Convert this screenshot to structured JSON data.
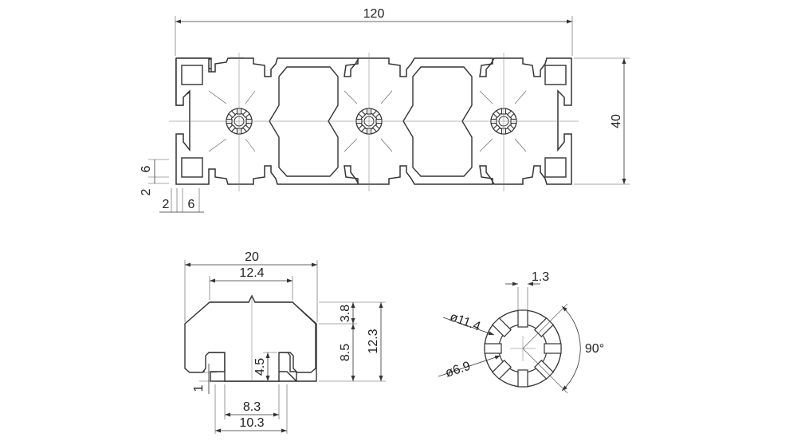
{
  "drawing": {
    "profile_view": {
      "width_label": "120",
      "height_label": "40",
      "slot_dim_a": "6",
      "slot_dim_b": "2",
      "slot_dim_c": "2",
      "slot_dim_d": "6"
    },
    "slot_detail": {
      "overall_width": "20",
      "top_width": "12.4",
      "depth_top": "3.8",
      "depth_mid": "8.5",
      "depth_total": "12.3",
      "lip_height": "4.5",
      "lip_thickness": "1",
      "opening_inner": "8.3",
      "opening_outer": "10.3"
    },
    "bore_detail": {
      "outer_dia": "ø11.4",
      "inner_dia": "ø6.9",
      "key_width": "1.3",
      "angle": "90°"
    }
  }
}
